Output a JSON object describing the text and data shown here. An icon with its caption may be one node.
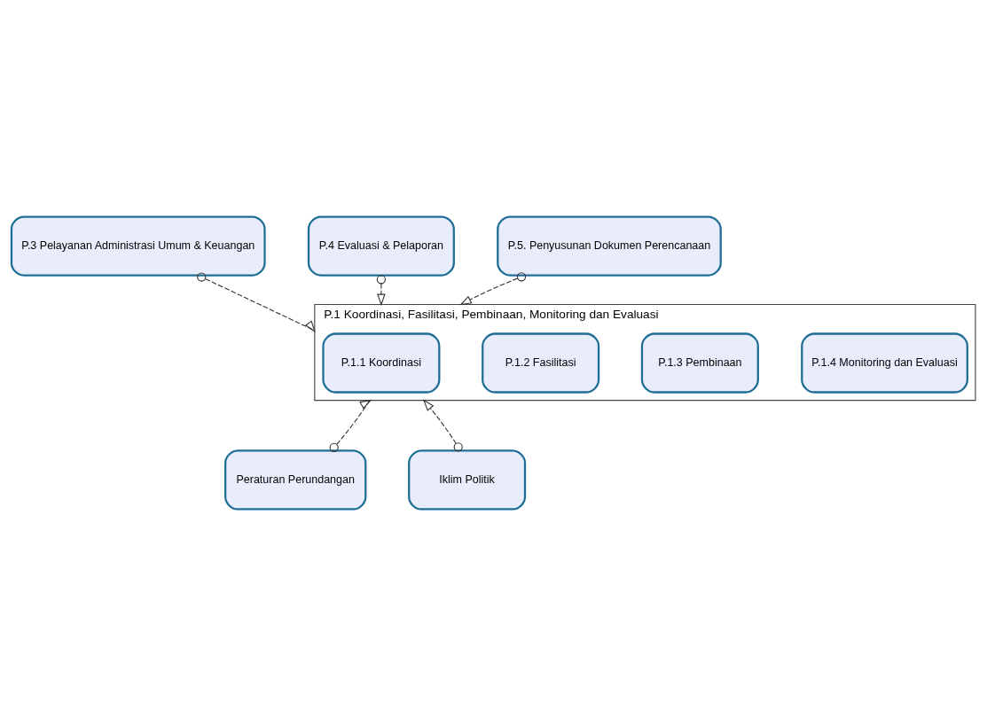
{
  "diagram": {
    "nodes": [
      {
        "text": [
          "P.3 Pelayanan Administrasi Umum & Keuangan"
        ]
      },
      {
        "text": [
          "P.4 Evaluasi & Pelaporan"
        ]
      },
      {
        "text": [
          "P.5. Penyusunan Dokumen Perencanaan"
        ]
      },
      {
        "text": [
          "P.1 Koordinasi, Fasilitasi, Pembinaan, Monitoring dan Evaluasi"
        ]
      },
      {
        "text": [
          "P.1.1 Koordinasi"
        ],
        "in": 3
      },
      {
        "text": [
          "P.1.2 Fasilitasi"
        ],
        "in": 3
      },
      {
        "text": [
          "P.1.3 Pembinaan"
        ],
        "in": 3
      },
      {
        "text": [
          "P.1.4 Monitoring dan Evaluasi"
        ],
        "in": 3
      },
      {
        "text": [
          "Peraturan Perundangan"
        ]
      },
      {
        "text": [
          "Iklim Politik"
        ]
      }
    ],
    "edges": [
      {
        "from": 0,
        "to": 3,
        "arrow": "to",
        "style": "dashed"
      },
      {
        "from": 1,
        "to": 3,
        "arrow": "to",
        "style": "dashed"
      },
      {
        "from": 2,
        "to": 3,
        "arrow": "to",
        "style": "dashed"
      },
      {
        "from": 8,
        "to": 3,
        "arrow": "to",
        "style": "dashed"
      },
      {
        "from": 9,
        "to": 3,
        "arrow": "to",
        "style": "dashed"
      }
    ]
  }
}
